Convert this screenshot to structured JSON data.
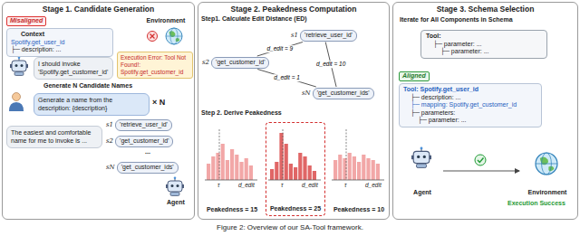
{
  "diagram": {
    "caption": "Figure 2: Overview of our SA-Tool framework.",
    "nodes": [
      {
        "text": [
          "Stage 1. Candidate Generation"
        ]
      },
      {
        "text": [
          "Misaligned"
        ],
        "in": 0
      },
      {
        "text": [
          "Context",
          "Spotify.get_user_id",
          "├─ description: ..."
        ],
        "in": 0
      },
      {
        "text": [
          "Environment"
        ],
        "in": 0
      },
      {
        "text": [
          "I should invoke 'Spotify.get_customer_id'"
        ],
        "in": 0
      },
      {
        "text": [
          "Execution Error: Tool Not Found!: Spotify.get_customer_id"
        ],
        "in": 0
      },
      {
        "text": [
          "Generate a name from the description: {description}"
        ],
        "in": 0
      },
      {
        "text": [
          "The easiest and comfortable name for me to invoke is ..."
        ],
        "in": 0
      },
      {
        "text": [
          "s1",
          "'retrieve_user_id'"
        ],
        "in": 0
      },
      {
        "text": [
          "s2",
          "'get_customer_id'"
        ],
        "in": 0
      },
      {
        "text": [
          "sN",
          "'get_customer_ids'"
        ],
        "in": 0
      },
      {
        "text": [
          "Stage 2. Peakedness Computation"
        ]
      },
      {
        "text": [
          "s1",
          "'retrieve_user_id'"
        ],
        "in": 11
      },
      {
        "text": [
          "s2",
          "'get_customer_id'"
        ],
        "in": 11
      },
      {
        "text": [
          "sN",
          "'get_customer_ids'"
        ],
        "in": 11
      },
      {
        "text": [
          "Peakedness = 15"
        ],
        "in": 11
      },
      {
        "text": [
          "Peakedness = 25"
        ],
        "in": 11
      },
      {
        "text": [
          "Peakedness = 10"
        ],
        "in": 11
      },
      {
        "text": [
          "Stage 3. Schema Selection"
        ]
      },
      {
        "text": [
          "Tool:",
          "├─ parameter: ...",
          "├─ parameter: ..."
        ],
        "in": 18
      },
      {
        "text": [
          "Aligned"
        ],
        "in": 18
      },
      {
        "text": [
          "Tool: Spotify.get_user_id",
          "├─ description: ...",
          "├─ mapping: Spotify.get_customer_id",
          "├─ parameters:",
          "├─ parameter: ..."
        ],
        "in": 18
      },
      {
        "text": [
          "Agent"
        ],
        "in": 18
      },
      {
        "text": [
          "Environment"
        ],
        "in": 18
      }
    ],
    "edges": [
      {
        "from": 13,
        "to": 12,
        "arrow": "none",
        "label": "d_edit = 9"
      },
      {
        "from": 12,
        "to": 14,
        "arrow": "none",
        "label": "d_edit = 10"
      },
      {
        "from": 13,
        "to": 14,
        "arrow": "none",
        "label": "d_edit = 1"
      },
      {
        "from": 22,
        "to": 23,
        "arrow": "to"
      }
    ],
    "labels": [
      "Generate N Candidate Names",
      "× N",
      "...",
      "Agent",
      "Step1. Calculate Edit Distance (ED)",
      "Step 2. Derive Peakedness",
      "τ",
      "d_edit",
      "τ",
      "d_edit",
      "τ",
      "d_edit",
      "Iterate for All Components in Schema",
      "Execution Success"
    ]
  }
}
